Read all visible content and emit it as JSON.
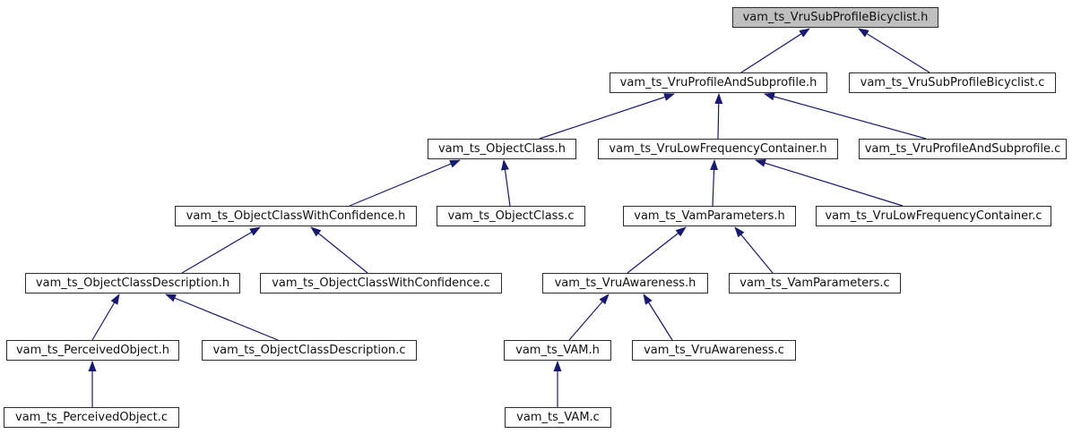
{
  "graph": {
    "type": "include-dependency-graph",
    "background_color": "#ffffff",
    "edge_color": "#191970",
    "node_fill": "#ffffff",
    "node_border_color": "#2b2b2b",
    "highlighted_node_fill": "#bfbfbf",
    "nodes": [
      {
        "label": "vam_ts_VruSubProfileBicyclist.h",
        "highlighted": true
      },
      {
        "label": "vam_ts_VruProfileAndSubprofile.h",
        "highlighted": false
      },
      {
        "label": "vam_ts_VruSubProfileBicyclist.c",
        "highlighted": false
      },
      {
        "label": "vam_ts_ObjectClass.h",
        "highlighted": false
      },
      {
        "label": "vam_ts_VruLowFrequencyContainer.h",
        "highlighted": false
      },
      {
        "label": "vam_ts_VruProfileAndSubprofile.c",
        "highlighted": false
      },
      {
        "label": "vam_ts_ObjectClassWithConfidence.h",
        "highlighted": false
      },
      {
        "label": "vam_ts_ObjectClass.c",
        "highlighted": false
      },
      {
        "label": "vam_ts_VamParameters.h",
        "highlighted": false
      },
      {
        "label": "vam_ts_VruLowFrequencyContainer.c",
        "highlighted": false
      },
      {
        "label": "vam_ts_ObjectClassDescription.h",
        "highlighted": false
      },
      {
        "label": "vam_ts_ObjectClassWithConfidence.c",
        "highlighted": false
      },
      {
        "label": "vam_ts_VruAwareness.h",
        "highlighted": false
      },
      {
        "label": "vam_ts_VamParameters.c",
        "highlighted": false
      },
      {
        "label": "vam_ts_PerceivedObject.h",
        "highlighted": false
      },
      {
        "label": "vam_ts_ObjectClassDescription.c",
        "highlighted": false
      },
      {
        "label": "vam_ts_VAM.h",
        "highlighted": false
      },
      {
        "label": "vam_ts_VruAwareness.c",
        "highlighted": false
      },
      {
        "label": "vam_ts_PerceivedObject.c",
        "highlighted": false
      },
      {
        "label": "vam_ts_VAM.c",
        "highlighted": false
      }
    ],
    "edges": [
      {
        "from": "vam_ts_VruProfileAndSubprofile.h",
        "to": "vam_ts_VruSubProfileBicyclist.h"
      },
      {
        "from": "vam_ts_VruSubProfileBicyclist.c",
        "to": "vam_ts_VruSubProfileBicyclist.h"
      },
      {
        "from": "vam_ts_ObjectClass.h",
        "to": "vam_ts_VruProfileAndSubprofile.h"
      },
      {
        "from": "vam_ts_VruLowFrequencyContainer.h",
        "to": "vam_ts_VruProfileAndSubprofile.h"
      },
      {
        "from": "vam_ts_VruProfileAndSubprofile.c",
        "to": "vam_ts_VruProfileAndSubprofile.h"
      },
      {
        "from": "vam_ts_ObjectClassWithConfidence.h",
        "to": "vam_ts_ObjectClass.h"
      },
      {
        "from": "vam_ts_ObjectClass.c",
        "to": "vam_ts_ObjectClass.h"
      },
      {
        "from": "vam_ts_VamParameters.h",
        "to": "vam_ts_VruLowFrequencyContainer.h"
      },
      {
        "from": "vam_ts_VruLowFrequencyContainer.c",
        "to": "vam_ts_VruLowFrequencyContainer.h"
      },
      {
        "from": "vam_ts_ObjectClassDescription.h",
        "to": "vam_ts_ObjectClassWithConfidence.h"
      },
      {
        "from": "vam_ts_ObjectClassWithConfidence.c",
        "to": "vam_ts_ObjectClassWithConfidence.h"
      },
      {
        "from": "vam_ts_VruAwareness.h",
        "to": "vam_ts_VamParameters.h"
      },
      {
        "from": "vam_ts_VamParameters.c",
        "to": "vam_ts_VamParameters.h"
      },
      {
        "from": "vam_ts_PerceivedObject.h",
        "to": "vam_ts_ObjectClassDescription.h"
      },
      {
        "from": "vam_ts_ObjectClassDescription.c",
        "to": "vam_ts_ObjectClassDescription.h"
      },
      {
        "from": "vam_ts_VAM.h",
        "to": "vam_ts_VruAwareness.h"
      },
      {
        "from": "vam_ts_VruAwareness.c",
        "to": "vam_ts_VruAwareness.h"
      },
      {
        "from": "vam_ts_PerceivedObject.c",
        "to": "vam_ts_PerceivedObject.h"
      },
      {
        "from": "vam_ts_VAM.c",
        "to": "vam_ts_VAM.h"
      }
    ]
  }
}
